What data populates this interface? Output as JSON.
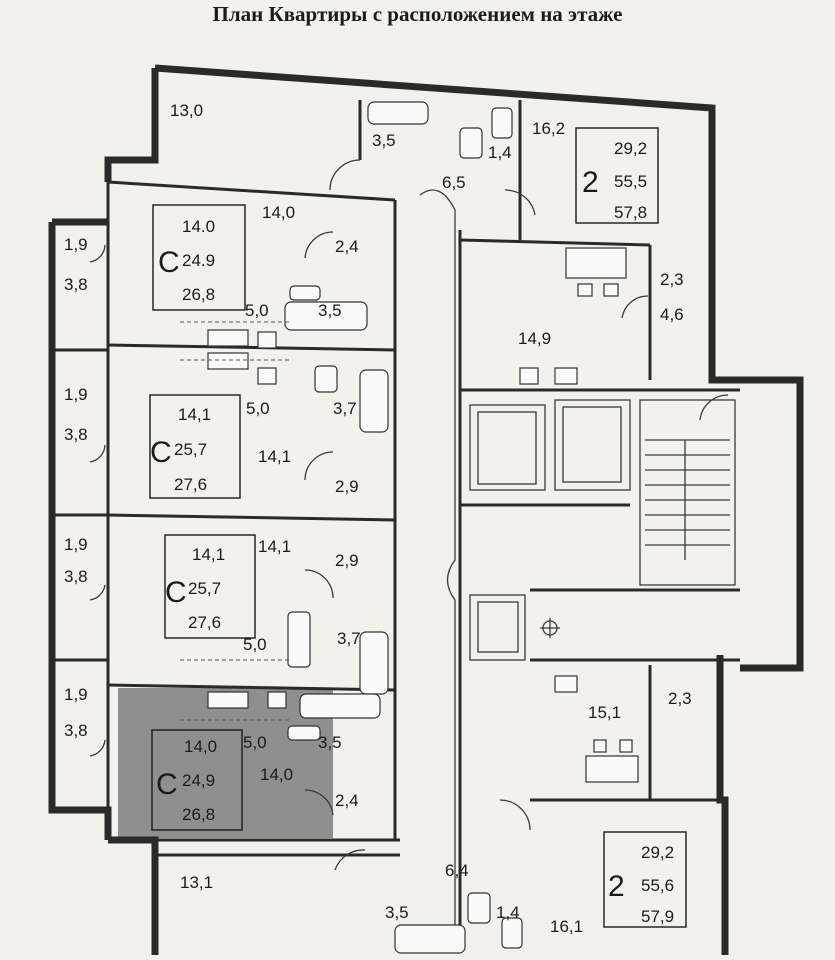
{
  "title": "План Квартиры с расположением на этаже",
  "apartments": [
    {
      "name": "apt-2room-top",
      "type": "2",
      "values": [
        "29,2",
        "55,5",
        "57,8"
      ]
    },
    {
      "name": "apt-studio-1",
      "type": "С",
      "values": [
        "14.0",
        "24.9",
        "26,8"
      ]
    },
    {
      "name": "apt-studio-2",
      "type": "С",
      "values": [
        "14,1",
        "25,7",
        "27,6"
      ]
    },
    {
      "name": "apt-studio-3",
      "type": "С",
      "values": [
        "14,1",
        "25,7",
        "27,6"
      ]
    },
    {
      "name": "apt-studio-4-highlighted",
      "type": "С",
      "values": [
        "14,0",
        "24,9",
        "26,8"
      ]
    },
    {
      "name": "apt-2room-bottom",
      "type": "2",
      "values": [
        "29,2",
        "55,6",
        "57,9"
      ]
    }
  ],
  "room_areas": [
    "13,0",
    "3,5",
    "1,4",
    "16,2",
    "6,5",
    "14,0",
    "2,4",
    "5,0",
    "3,5",
    "1,9",
    "3,8",
    "2,3",
    "4,6",
    "14,9",
    "1,9",
    "3,8",
    "5,0",
    "3,7",
    "14,1",
    "2,9",
    "1,9",
    "3,8",
    "14,1",
    "2,9",
    "5,0",
    "3,7",
    "1,9",
    "3,8",
    "15,1",
    "2,3",
    "5,0",
    "3,5",
    "14,0",
    "2,4",
    "13,1",
    "6,4",
    "3,5",
    "1,4",
    "16,1"
  ]
}
